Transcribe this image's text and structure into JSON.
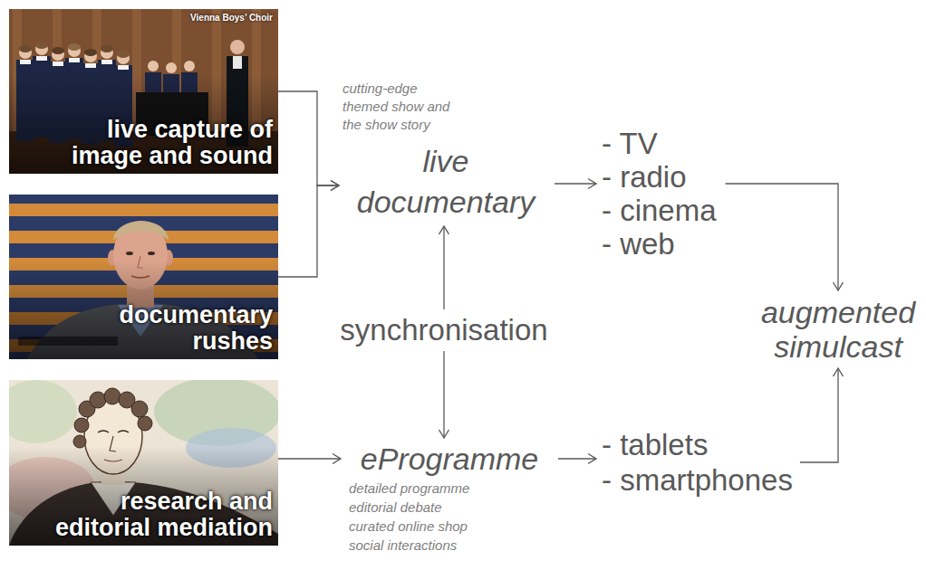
{
  "diagram": {
    "nodes": [
      {
        "text": [
          "Vienna Boys’ Choir",
          "live capture of image and sound"
        ]
      },
      {
        "text": [
          "documentary rushes"
        ]
      },
      {
        "text": [
          "research and editorial mediation"
        ]
      },
      {
        "text": [
          "cutting-edge themed show and the show story",
          "live documentary"
        ]
      },
      {
        "text": [
          "- TV",
          "- radio",
          "- cinema",
          "- web"
        ]
      },
      {
        "text": [
          "synchronisation"
        ]
      },
      {
        "text": [
          "eProgramme",
          "detailed programme",
          "editorial debate",
          "curated online shop",
          "social interactions"
        ]
      },
      {
        "text": [
          "- tablets",
          "- smartphones"
        ]
      },
      {
        "text": [
          "augmented simulcast"
        ]
      }
    ],
    "edges": [
      {
        "from": 0,
        "to": 3,
        "arrow": "to"
      },
      {
        "from": 1,
        "to": 3,
        "arrow": "to"
      },
      {
        "from": 3,
        "to": 4,
        "arrow": "to"
      },
      {
        "from": 5,
        "to": 3,
        "arrow": "to"
      },
      {
        "from": 5,
        "to": 6,
        "arrow": "to"
      },
      {
        "from": 2,
        "to": 6,
        "arrow": "to"
      },
      {
        "from": 6,
        "to": 7,
        "arrow": "to"
      },
      {
        "from": 4,
        "to": 8,
        "arrow": "to"
      },
      {
        "from": 7,
        "to": 8,
        "arrow": "to"
      }
    ]
  }
}
